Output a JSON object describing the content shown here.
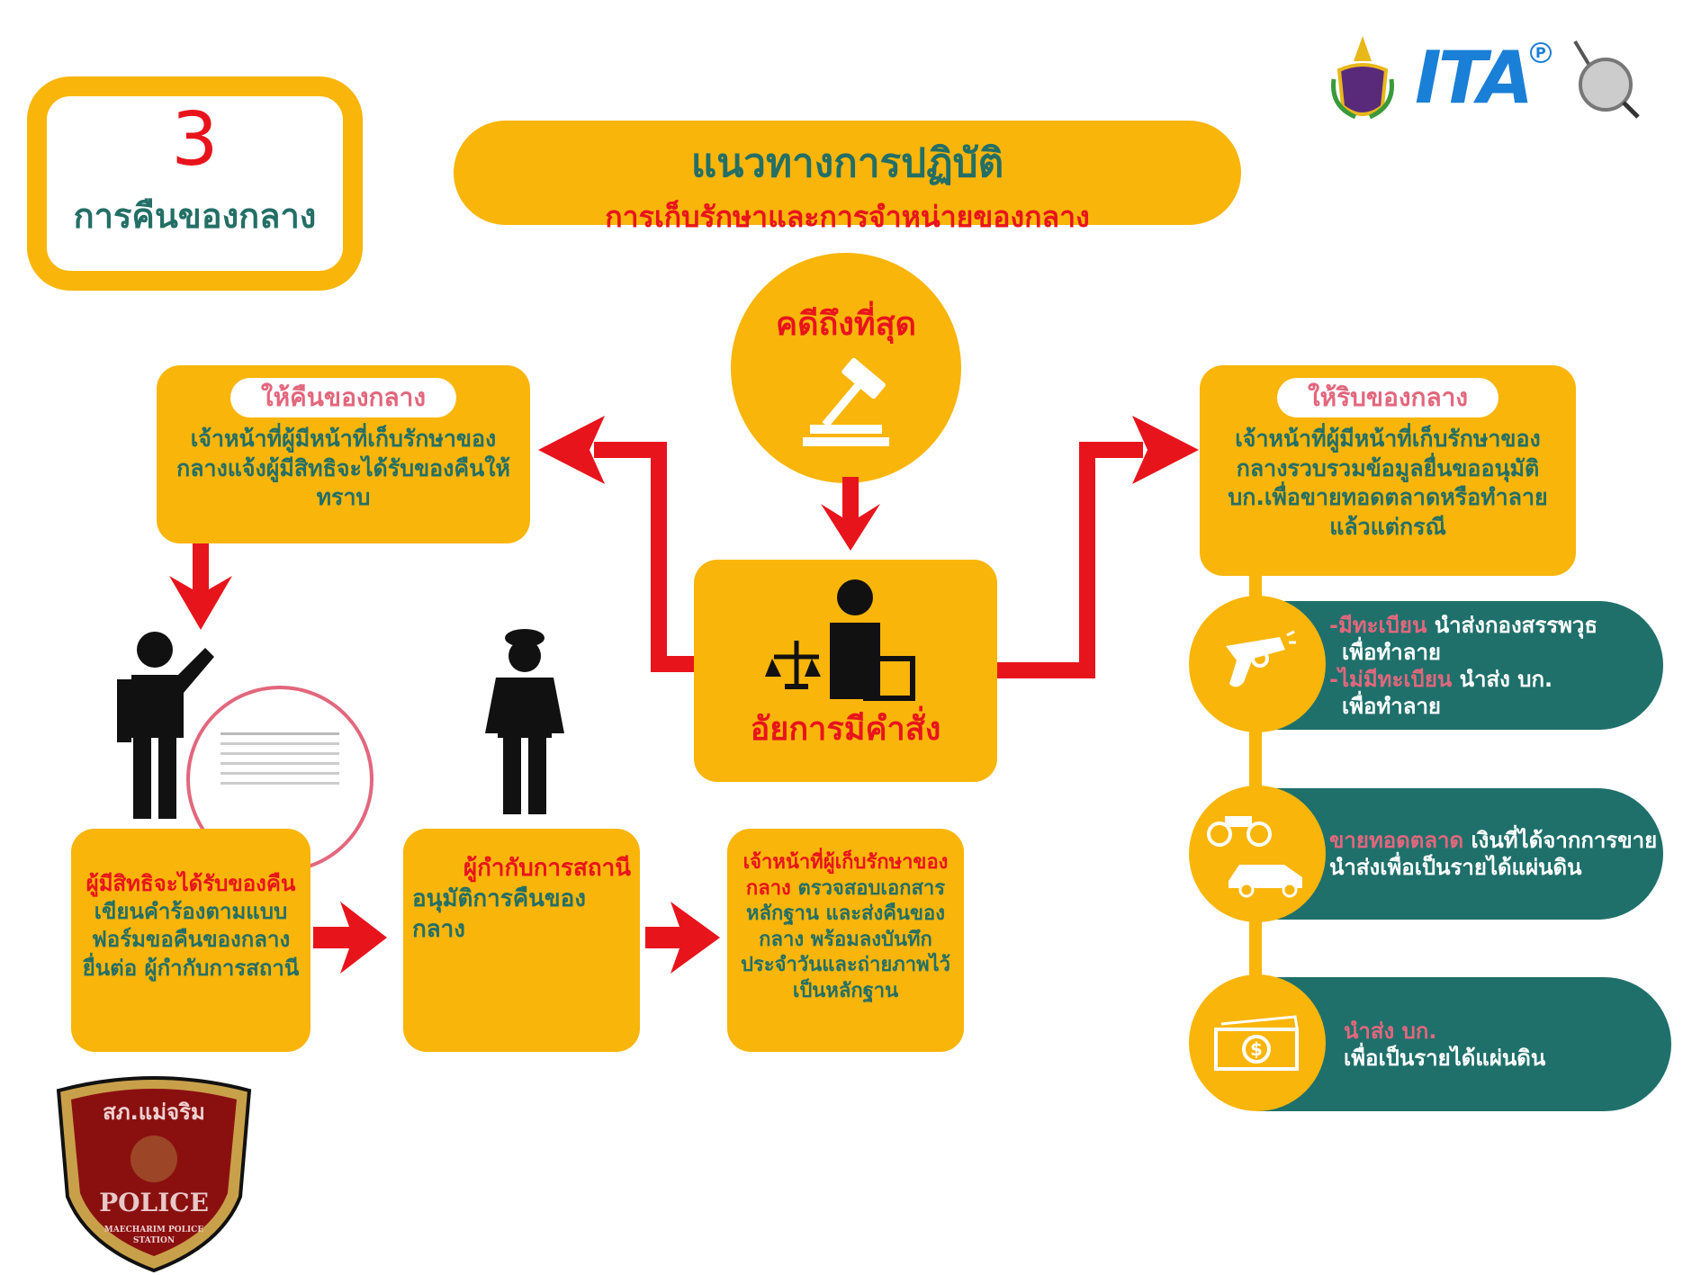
{
  "step_badge": {
    "number": "3",
    "label": "การคืนของกลาง"
  },
  "header": {
    "title": "แนวทางการปฏิบัติ",
    "subtitle": "การเก็บรักษาและการจำหน่ายของกลาง"
  },
  "logos": {
    "ita": "ITA",
    "ita_mark": "P"
  },
  "final_case": {
    "label": "คดีถึงที่สุด"
  },
  "prosecutor": {
    "label": "อัยการมีคำสั่ง"
  },
  "return_branch": {
    "tag": "ให้คืนของกลาง",
    "text": "เจ้าหน้าที่ผู้มีหน้าที่เก็บรักษาของกลางแจ้งผู้มีสิทธิจะได้รับของคืนให้ทราบ"
  },
  "seize_branch": {
    "tag": "ให้ริบของกลาง",
    "text": "เจ้าหน้าที่ผู้มีหน้าที่เก็บรักษาของกลางรวบรวมข้อมูลยื่นขออนุมัติ บก.เพื่อขายทอดตลาดหรือทำลายแล้วแต่กรณี"
  },
  "steps": [
    {
      "highlight": "ผู้มีสิทธิจะได้รับของคืน",
      "text": " เขียนคำร้องตามแบบฟอร์มขอคืนของกลาง ยื่นต่อ ผู้กำกับการสถานี"
    },
    {
      "highlight": "ผู้กำกับการสถานี",
      "text": "อนุมัติการคืนของกลาง"
    },
    {
      "highlight": "เจ้าหน้าที่ผู้เก็บรักษาของกลาง",
      "text": " ตรวจสอบเอกสารหลักฐาน และส่งคืนของกลาง พร้อมลงบันทึกประจำวันและถ่ายภาพไว้เป็นหลักฐาน"
    }
  ],
  "seize_options": [
    {
      "icon": "gun-icon",
      "lines": [
        {
          "highlight": "-มีทะเบียน",
          "text": " นำส่งกองสรรพวุธ"
        },
        {
          "highlight": "",
          "text": "เพื่อทำลาย"
        },
        {
          "highlight": "-ไม่มีทะเบียน",
          "text": " นำส่ง บก."
        },
        {
          "highlight": "",
          "text": "เพื่อทำลาย"
        }
      ]
    },
    {
      "icon": "vehicle-icon",
      "lines": [
        {
          "highlight": "ขายทอดตลาด",
          "text": " เงินที่ได้จากการขาย นำส่งเพื่อเป็นรายได้แผ่นดิน"
        }
      ]
    },
    {
      "icon": "money-icon",
      "lines": [
        {
          "highlight": "นำส่ง บก.",
          "text": ""
        },
        {
          "highlight": "",
          "text": "เพื่อเป็นรายได้แผ่นดิน"
        }
      ]
    }
  ],
  "police_badge": {
    "station_th": "สภ.แม่จริม",
    "police": "POLICE",
    "station_en": "MAECHARIM POLICE STATION"
  },
  "colors": {
    "orange": "#f9b50a",
    "teal": "#1f706b",
    "red": "#e8141c",
    "pink": "#e2677d"
  }
}
